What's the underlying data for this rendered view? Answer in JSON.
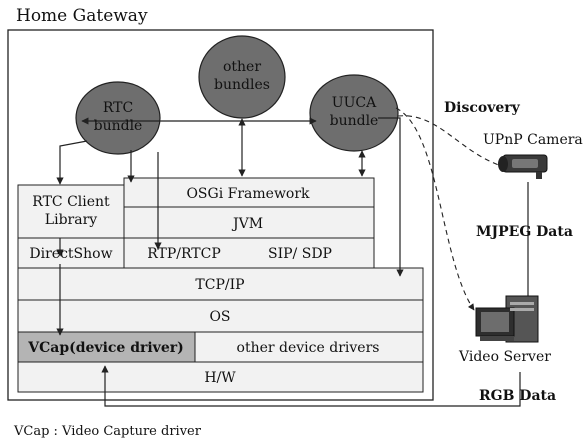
{
  "title": "Home Gateway",
  "bundles": {
    "rtc": [
      "RTC",
      "bundle"
    ],
    "other": [
      "other",
      "bundles"
    ],
    "uuca": [
      "UUCA",
      "bundle"
    ]
  },
  "layers": {
    "rtc_client": [
      "RTC Client",
      "Library"
    ],
    "directshow": "DirectShow",
    "osgi": "OSGi Framework",
    "jvm": "JVM",
    "rtp": "RTP/RTCP",
    "sip": "SIP/ SDP",
    "tcpip": "TCP/IP",
    "os": "OS",
    "vcap": "VCap(device driver)",
    "other_drivers": "other device drivers",
    "hw": "H/W"
  },
  "external": {
    "discovery": "Discovery",
    "camera": "UPnP Camera",
    "mjpeg": "MJPEG Data",
    "server": "Video Server",
    "rgb": "RGB Data"
  },
  "footnote": "VCap : Video Capture driver",
  "colors": {
    "layer_fill": "#f2f2f2",
    "ellipse_fill": "#6e6e6e",
    "vcap_fill": "#b4b4b4",
    "line": "#222222"
  }
}
